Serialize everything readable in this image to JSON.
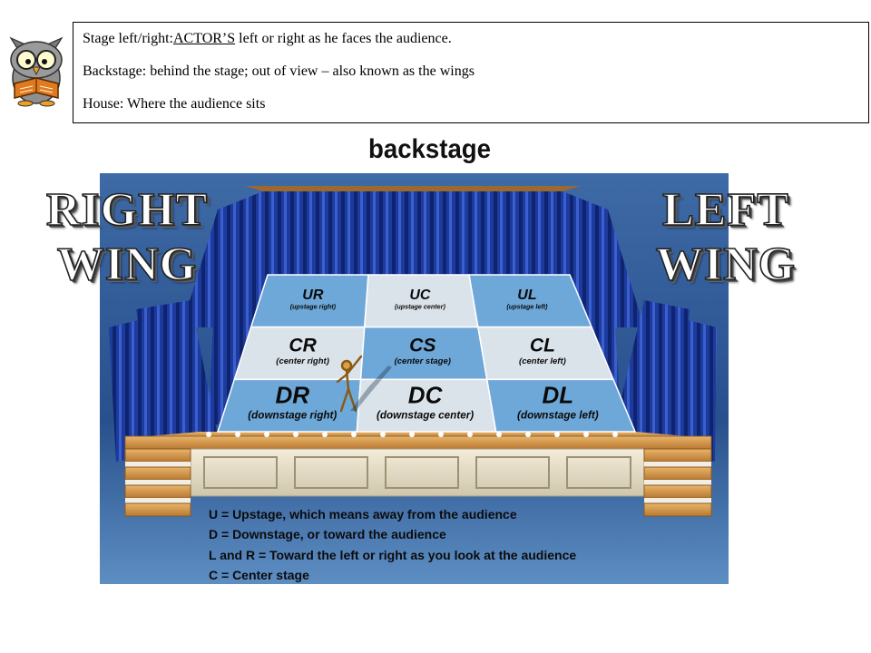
{
  "definitions": [
    {
      "prefix": "Stage left/right:",
      "emphasis": "ACTOR’S",
      "rest": " left or right as he faces the audience."
    },
    {
      "text": "Backstage: behind the stage; out of view – also known as the wings"
    },
    {
      "text": "House: Where the audience sits"
    }
  ],
  "backstage_label": "backstage",
  "right_wing": [
    "RIGHT",
    "WING"
  ],
  "left_wing": [
    "LEFT",
    "WING"
  ],
  "grid": [
    {
      "code": "UR",
      "sub": "(upstage right)",
      "shade": "blue"
    },
    {
      "code": "UC",
      "sub": "(upstage center)",
      "shade": "light"
    },
    {
      "code": "UL",
      "sub": "(upstage left)",
      "shade": "blue"
    },
    {
      "code": "CR",
      "sub": "(center right)",
      "shade": "light"
    },
    {
      "code": "CS",
      "sub": "(center stage)",
      "shade": "blue"
    },
    {
      "code": "CL",
      "sub": "(center left)",
      "shade": "light"
    },
    {
      "code": "DR",
      "sub": "(downstage right)",
      "shade": "blue"
    },
    {
      "code": "DC",
      "sub": "(downstage center)",
      "shade": "light"
    },
    {
      "code": "DL",
      "sub": "(downstage left)",
      "shade": "blue"
    }
  ],
  "legend": [
    "U = Upstage, which means away from the audience",
    "D = Downstage, or toward the audience",
    "L and R = Toward the left or right as you look at the audience",
    "C = Center  stage"
  ],
  "colors": {
    "curtain": "#1c3a9e",
    "curtain_dark": "#0c1f66",
    "floor_blue": "#6ea8d8",
    "floor_light": "#dbe3ea",
    "wood": "#d59a4e",
    "background": "#2a4f84"
  }
}
